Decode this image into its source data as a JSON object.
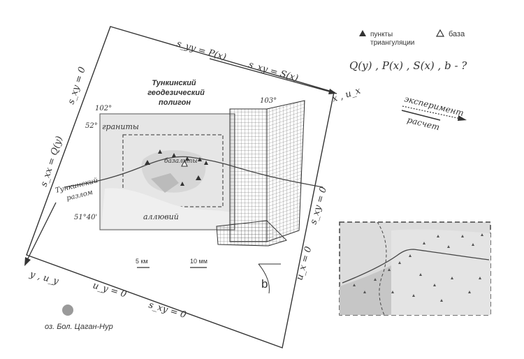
{
  "legend": {
    "triangulation_label_1": "пункты",
    "triangulation_label_2": "триангуляции",
    "base_label": "база",
    "unknowns": "Q(y) , P(x) , S(x) , b - ?",
    "experiment_label": "эксперимент",
    "calculation_label": "расчет"
  },
  "boundary": {
    "top_syy": "s_yy = P(x)",
    "top_sxy": "s_xy = S(x)",
    "left_sxy": "s_xy = 0",
    "left_sxx": "s_xx = Q(y)",
    "right_sxy": "s_xy = 0",
    "right_ux": "u_x = 0",
    "bottom_uy": "u_y = 0",
    "bottom_sxy": "s_xy = 0",
    "axis_x": "x , u_x",
    "axis_y": "y , u_y",
    "b_label": "b"
  },
  "polygon": {
    "title_1": "Тункинский",
    "title_2": "геодезический",
    "title_3": "полигон",
    "lon_102": "102°",
    "lon_103": "103°",
    "lat_52": "52°",
    "lat_5140": "51°40'",
    "granites": "граниты",
    "basalts": "базальты",
    "alluvium": "аллювий",
    "fault_1": "Тункинский",
    "fault_2": "разлом"
  },
  "scales": {
    "km": "5 км",
    "mm": "10 мм"
  },
  "lake": "оз. Бол. Цаган-Нур",
  "colors": {
    "ink": "#333333",
    "map_fill": "#e6e6e6",
    "inset_fill": "#dcdcdc"
  }
}
